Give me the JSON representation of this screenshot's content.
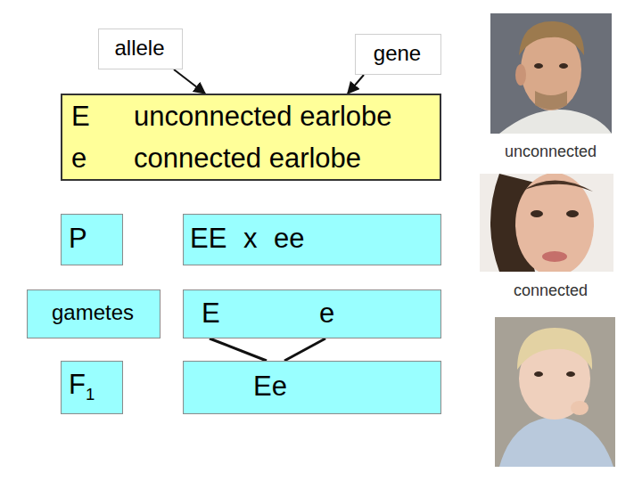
{
  "diagram": {
    "nodes": [
      {
        "text": [
          "allele"
        ]
      },
      {
        "text": [
          "gene"
        ]
      },
      {
        "text": [
          "E",
          "unconnected earlobe",
          "e",
          "connected earlobe"
        ]
      },
      {
        "text": [
          "P"
        ]
      },
      {
        "text": [
          "EE x ee"
        ]
      },
      {
        "text": [
          "gametes"
        ]
      },
      {
        "text": [
          "E",
          "e"
        ]
      },
      {
        "text": [
          "F1"
        ]
      },
      {
        "text": [
          "Ee"
        ]
      }
    ],
    "edges": [
      {
        "from": 0,
        "to": 2,
        "arrow": "to"
      },
      {
        "from": 1,
        "to": 2,
        "arrow": "to"
      },
      {
        "from": 6,
        "to": 8,
        "arrow": "none"
      },
      {
        "from": 6,
        "to": 8,
        "arrow": "none"
      }
    ],
    "labels": [
      "unconnected",
      "connected"
    ]
  }
}
